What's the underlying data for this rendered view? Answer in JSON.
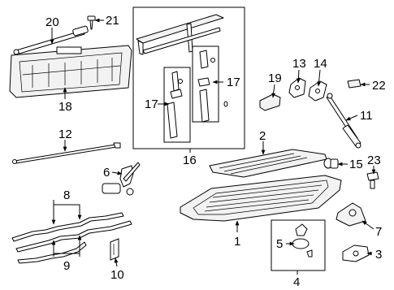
{
  "callouts": {
    "c1": "1",
    "c2": "2",
    "c3": "3",
    "c4": "4",
    "c5": "5",
    "c6": "6",
    "c7": "7",
    "c8": "8",
    "c9": "9",
    "c10": "10",
    "c11": "11",
    "c12": "12",
    "c13": "13",
    "c14": "14",
    "c15": "15",
    "c16": "16",
    "c17a": "17",
    "c17b": "17",
    "c18": "18",
    "c19": "19",
    "c20": "20",
    "c21": "21",
    "c22": "22",
    "c23": "23"
  }
}
